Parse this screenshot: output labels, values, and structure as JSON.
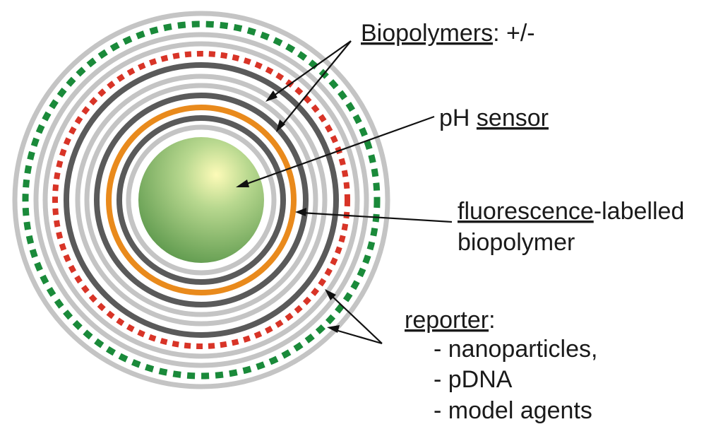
{
  "colors": {
    "core_light": "#fdfbb8",
    "core_mid": "#b8d88f",
    "core_dark": "#5f9a4e",
    "ring_light_gray": "#c4c4c4",
    "ring_dark_gray": "#5a5a5a",
    "ring_orange": "#e98a1c",
    "ring_red_dotted": "#d83427",
    "ring_green_dotted": "#1a8a3a"
  },
  "labels": {
    "biopolymers": {
      "underlined": "Biopolymers",
      "rest": ": +/-"
    },
    "ph_sensor": {
      "prefix": "pH ",
      "underlined": "sensor"
    },
    "fluorescence": {
      "underlined": "fluorescence",
      "rest": "-labelled",
      "line2": "biopolymer"
    },
    "reporter": {
      "underlined": "reporter",
      "rest": ":"
    },
    "reporter_items": [
      "- nanoparticles,",
      "- pDNA",
      "- model agents"
    ]
  }
}
